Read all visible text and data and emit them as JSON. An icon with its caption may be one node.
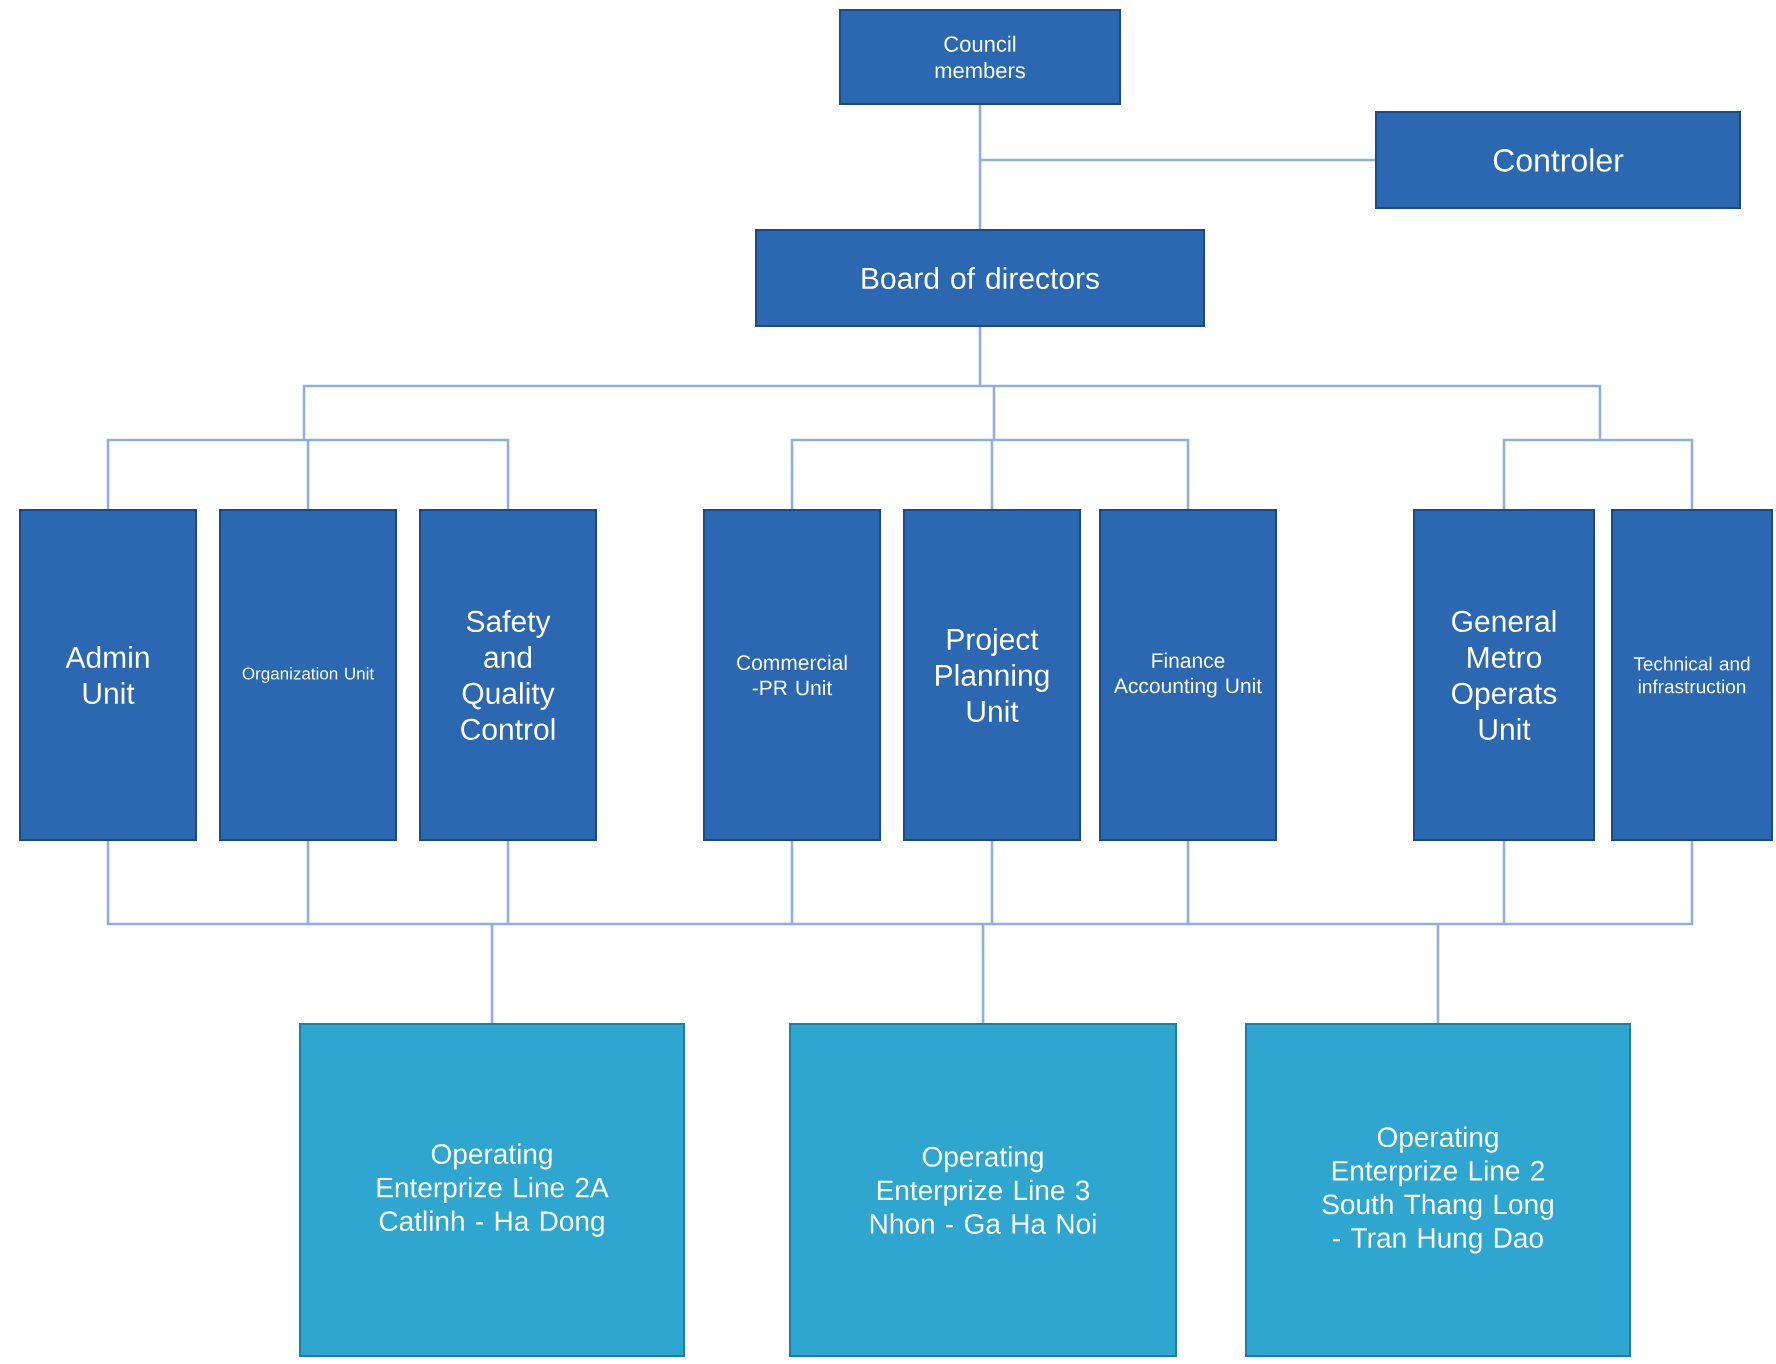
{
  "diagram": {
    "nodes": [
      {
        "text": [
          "Council members"
        ]
      },
      {
        "text": [
          "Controler"
        ]
      },
      {
        "text": [
          "Board of directors"
        ]
      },
      {
        "text": [
          "Admin Unit"
        ]
      },
      {
        "text": [
          "Organization Unit"
        ]
      },
      {
        "text": [
          "Safety and Quality Control"
        ]
      },
      {
        "text": [
          "Commercial -PR Unit"
        ]
      },
      {
        "text": [
          "Project Planning Unit"
        ]
      },
      {
        "text": [
          "Finance Accounting Unit"
        ]
      },
      {
        "text": [
          "General Metro Operats Unit"
        ]
      },
      {
        "text": [
          "Technical and infrastruction"
        ]
      },
      {
        "text": [
          "Operating Enterprize Line 2A Catlinh - Ha Dong"
        ]
      },
      {
        "text": [
          "Operating Enterprize Line 3 Nhon - Ga Ha Noi"
        ]
      },
      {
        "text": [
          "Operating Enterprize Line 2 South Thang Long - Tran Hung Dao"
        ]
      }
    ],
    "edges": [
      {
        "from": 0,
        "to": 1,
        "arrow": "none"
      },
      {
        "from": 0,
        "to": 2,
        "arrow": "none"
      },
      {
        "from": 2,
        "to": 3,
        "arrow": "none"
      },
      {
        "from": 2,
        "to": 4,
        "arrow": "none"
      },
      {
        "from": 2,
        "to": 5,
        "arrow": "none"
      },
      {
        "from": 2,
        "to": 6,
        "arrow": "none"
      },
      {
        "from": 2,
        "to": 7,
        "arrow": "none"
      },
      {
        "from": 2,
        "to": 8,
        "arrow": "none"
      },
      {
        "from": 2,
        "to": 9,
        "arrow": "none"
      },
      {
        "from": 2,
        "to": 10,
        "arrow": "none"
      },
      {
        "from": 3,
        "to": 11,
        "arrow": "none"
      },
      {
        "from": 3,
        "to": 12,
        "arrow": "none"
      },
      {
        "from": 3,
        "to": 13,
        "arrow": "none"
      },
      {
        "from": 4,
        "to": 11,
        "arrow": "none"
      },
      {
        "from": 4,
        "to": 12,
        "arrow": "none"
      },
      {
        "from": 4,
        "to": 13,
        "arrow": "none"
      },
      {
        "from": 5,
        "to": 11,
        "arrow": "none"
      },
      {
        "from": 5,
        "to": 12,
        "arrow": "none"
      },
      {
        "from": 5,
        "to": 13,
        "arrow": "none"
      },
      {
        "from": 6,
        "to": 11,
        "arrow": "none"
      },
      {
        "from": 6,
        "to": 12,
        "arrow": "none"
      },
      {
        "from": 6,
        "to": 13,
        "arrow": "none"
      },
      {
        "from": 7,
        "to": 11,
        "arrow": "none"
      },
      {
        "from": 7,
        "to": 12,
        "arrow": "none"
      },
      {
        "from": 7,
        "to": 13,
        "arrow": "none"
      },
      {
        "from": 8,
        "to": 11,
        "arrow": "none"
      },
      {
        "from": 8,
        "to": 12,
        "arrow": "none"
      },
      {
        "from": 8,
        "to": 13,
        "arrow": "none"
      },
      {
        "from": 9,
        "to": 11,
        "arrow": "none"
      },
      {
        "from": 9,
        "to": 12,
        "arrow": "none"
      },
      {
        "from": 9,
        "to": 13,
        "arrow": "none"
      },
      {
        "from": 10,
        "to": 11,
        "arrow": "none"
      },
      {
        "from": 10,
        "to": 12,
        "arrow": "none"
      },
      {
        "from": 10,
        "to": 13,
        "arrow": "none"
      }
    ]
  }
}
